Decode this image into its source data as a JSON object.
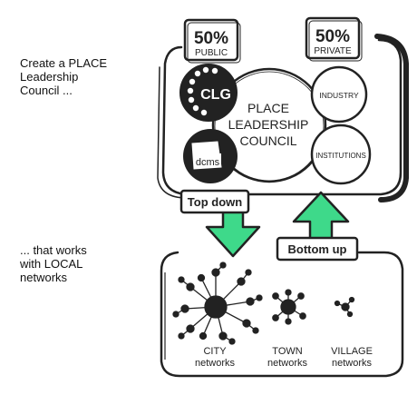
{
  "intro": {
    "create_text": "Create a PLACE\nLeadership\nCouncil ...",
    "works_text": "... that works\nwith LOCAL\nnetworks"
  },
  "council": {
    "public_percent": "50%",
    "public_label": "PUBLIC",
    "private_percent": "50%",
    "private_label": "PRIVATE",
    "title_line1": "PLACE",
    "title_line2": "LEADERSHIP",
    "title_line3": "COUNCIL",
    "members": {
      "clg": "CLG",
      "dcms": "dcms",
      "industry": "INDUSTRY",
      "institutions": "INSTITUTIONS"
    }
  },
  "flows": {
    "top_down": "Top down",
    "bottom_up": "Bottom up"
  },
  "networks": [
    {
      "name": "CITY",
      "sub": "networks"
    },
    {
      "name": "TOWN",
      "sub": "networks"
    },
    {
      "name": "VILLAGE",
      "sub": "networks"
    }
  ],
  "colors": {
    "arrow_green": "#3ed98a",
    "ink": "#222222"
  }
}
